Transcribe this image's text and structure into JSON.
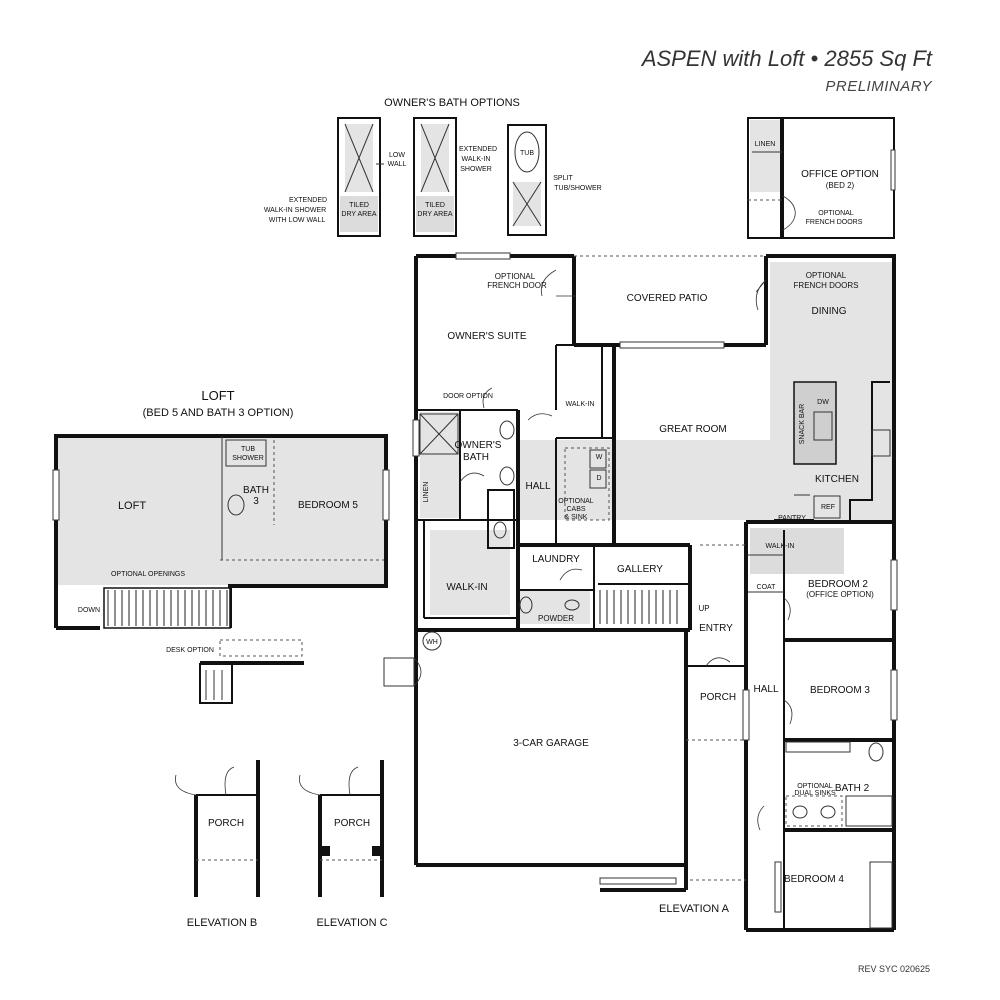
{
  "header": {
    "title": "ASPEN with Loft • 2855 Sq Ft",
    "subtitle": "PRELIMINARY"
  },
  "revision": "REV SYC 020625",
  "bath_options": {
    "heading": "OWNER'S BATH OPTIONS",
    "extended_low_wall_1": "EXTENDED",
    "extended_low_wall_2": "WALK-IN SHOWER",
    "extended_low_wall_3": "WITH LOW WALL",
    "low_wall_1": "LOW",
    "low_wall_2": "WALL",
    "tiled_dry_1": "TILED",
    "tiled_dry_2": "DRY AREA",
    "extended_1": "EXTENDED",
    "extended_2": "WALK-IN",
    "extended_3": "SHOWER",
    "tub": "TUB",
    "split_1": "SPLIT",
    "split_2": "TUB/SHOWER"
  },
  "office_option": {
    "linen": "LINEN",
    "title": "OFFICE OPTION",
    "subtitle": "(BED 2)",
    "french_1": "OPTIONAL",
    "french_2": "FRENCH DOORS"
  },
  "loft": {
    "heading": "LOFT",
    "subheading": "(BED 5 AND BATH 3 OPTION)",
    "loft": "LOFT",
    "tub_shower_1": "TUB",
    "tub_shower_2": "SHOWER",
    "bath3_1": "BATH",
    "bath3_2": "3",
    "bedroom5": "BEDROOM 5",
    "optional_openings": "OPTIONAL OPENINGS",
    "down": "DOWN",
    "desk_option": "DESK OPTION"
  },
  "main": {
    "optional_french_door_1": "OPTIONAL",
    "optional_french_door_2": "FRENCH DOOR",
    "covered_patio": "COVERED PATIO",
    "optional_french_doors_1": "OPTIONAL",
    "optional_french_doors_2": "FRENCH DOORS",
    "dining": "DINING",
    "owners_suite": "OWNER'S SUITE",
    "door_option": "DOOR OPTION",
    "walk_in_suite": "WALK-IN",
    "great_room": "GREAT ROOM",
    "snack_bar": "SNACK BAR",
    "dw": "DW",
    "owners_bath_1": "OWNER'S",
    "owners_bath_2": "BATH",
    "hall": "HALL",
    "w": "W",
    "d": "D",
    "cabs_1": "OPTIONAL",
    "cabs_2": "CABS",
    "cabs_3": "& SINK",
    "kitchen": "KITCHEN",
    "pantry": "PANTRY",
    "ref": "REF",
    "linen": "LINEN",
    "walk_in_bed2": "WALK-IN",
    "walk_in_owner": "WALK-IN",
    "laundry": "LAUNDRY",
    "gallery": "GALLERY",
    "coat": "COAT",
    "bedroom2": "BEDROOM 2",
    "bedroom2_sub": "(OFFICE OPTION)",
    "up": "UP",
    "powder": "POWDER",
    "entry": "ENTRY",
    "wh": "WH",
    "porch": "PORCH",
    "hall2": "HALL",
    "bedroom3": "BEDROOM 3",
    "garage": "3-CAR GARAGE",
    "dual_sinks_1": "OPTIONAL",
    "dual_sinks_2": "DUAL SINKS",
    "bath2": "BATH 2",
    "bedroom4": "BEDROOM 4"
  },
  "elevations": {
    "porch_b": "PORCH",
    "porch_c": "PORCH",
    "elevation_a": "ELEVATION A",
    "elevation_b": "ELEVATION B",
    "elevation_c": "ELEVATION C"
  },
  "colors": {
    "wall": "#111111",
    "tile": "#e4e4e4",
    "background": "#ffffff"
  }
}
